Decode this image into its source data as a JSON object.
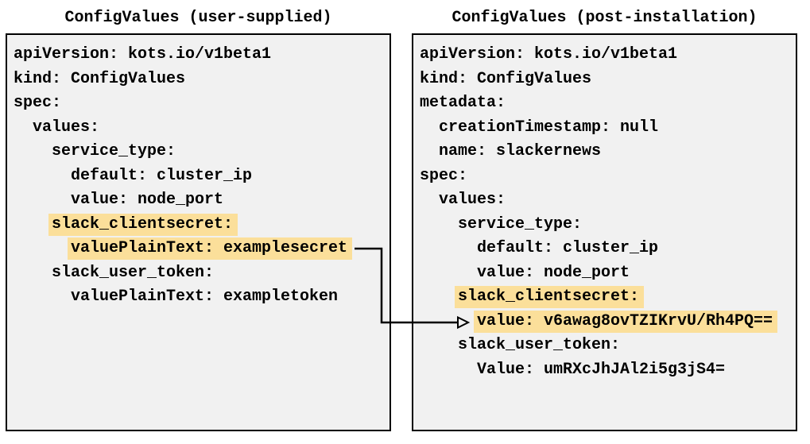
{
  "colors": {
    "panel_bg": "#f1f1f1",
    "panel_border": "#000000",
    "highlight": "#fbdf9a",
    "text": "#000000",
    "arrow": "#000000"
  },
  "left_panel": {
    "title": "ConfigValues (user-supplied)",
    "lines": [
      {
        "text": "apiVersion: kots.io/v1beta1",
        "indent": 0,
        "highlighted": false
      },
      {
        "text": "kind: ConfigValues",
        "indent": 0,
        "highlighted": false
      },
      {
        "text": "spec:",
        "indent": 0,
        "highlighted": false
      },
      {
        "text": "values:",
        "indent": 1,
        "highlighted": false
      },
      {
        "text": "service_type:",
        "indent": 2,
        "highlighted": false
      },
      {
        "text": "default: cluster_ip",
        "indent": 3,
        "highlighted": false
      },
      {
        "text": "value: node_port",
        "indent": 3,
        "highlighted": false
      },
      {
        "text": "slack_clientsecret:",
        "indent": 2,
        "highlighted": true
      },
      {
        "text": "valuePlainText: examplesecret",
        "indent": 3,
        "highlighted": true
      },
      {
        "text": "slack_user_token:",
        "indent": 2,
        "highlighted": false
      },
      {
        "text": "valuePlainText: exampletoken",
        "indent": 3,
        "highlighted": false
      }
    ]
  },
  "right_panel": {
    "title": "ConfigValues (post-installation)",
    "lines": [
      {
        "text": "apiVersion: kots.io/v1beta1",
        "indent": 0,
        "highlighted": false
      },
      {
        "text": "kind: ConfigValues",
        "indent": 0,
        "highlighted": false
      },
      {
        "text": "metadata:",
        "indent": 0,
        "highlighted": false
      },
      {
        "text": "creationTimestamp: null",
        "indent": 1,
        "highlighted": false
      },
      {
        "text": "name: slackernews",
        "indent": 1,
        "highlighted": false
      },
      {
        "text": "spec:",
        "indent": 0,
        "highlighted": false
      },
      {
        "text": "values:",
        "indent": 1,
        "highlighted": false
      },
      {
        "text": "service_type:",
        "indent": 2,
        "highlighted": false
      },
      {
        "text": "default: cluster_ip",
        "indent": 3,
        "highlighted": false
      },
      {
        "text": "value: node_port",
        "indent": 3,
        "highlighted": false
      },
      {
        "text": "slack_clientsecret:",
        "indent": 2,
        "highlighted": true
      },
      {
        "text": "value: v6awag8ovTZIKrvU/Rh4PQ==",
        "indent": 3,
        "highlighted": true
      },
      {
        "text": "slack_user_token:",
        "indent": 2,
        "highlighted": false
      },
      {
        "text": "Value: umRXcJhJAl2i5g3jS4=",
        "indent": 3,
        "highlighted": false
      }
    ]
  },
  "arrow": {
    "from_line": "valuePlainText: examplesecret",
    "to_line": "value: v6awag8ovTZIKrvU/Rh4PQ=="
  }
}
